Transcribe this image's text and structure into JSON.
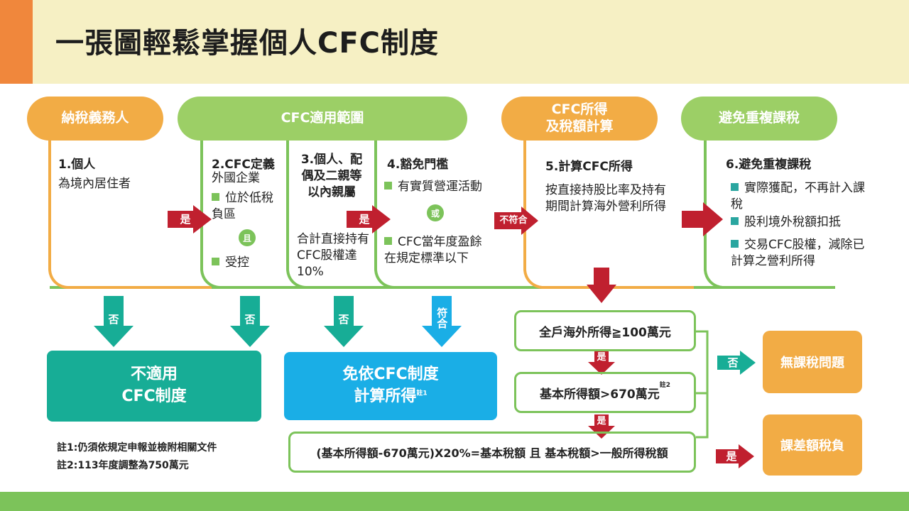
{
  "title": "一張圖輕鬆掌握個人CFC制度",
  "headers": {
    "taxpayer": "納稅義務人",
    "scope": "CFC適用範圍",
    "income_line1": "CFC所得",
    "income_line2": "及稅額計算",
    "double_tax": "避免重複課稅"
  },
  "steps": {
    "s1_title": "1.個人",
    "s1_text": "為境內居住者",
    "s2_title": "2.CFC定義",
    "s2_text": "外國企業",
    "s2_item1": "位於低稅負區",
    "s2_and": "且",
    "s2_item2": "受控",
    "s3_title_line1": "3.個人、配",
    "s3_title_line2": "偶及二親等",
    "s3_title_line3": "以內親屬",
    "s3_text": "合計直接持有CFC股權達10%",
    "s4_title": "4.豁免門檻",
    "s4_item1": "有實質營運活動",
    "s4_or": "或",
    "s4_item2": "CFC當年度盈餘在規定標準以下",
    "s5_title": "5.計算CFC所得",
    "s5_text": "按直接持股比率及持有期間計算海外營利所得",
    "s6_title": "6.避免重複課稅",
    "s6_item1": "實際獲配，不再計入課稅",
    "s6_item2": "股利境外稅額扣抵",
    "s6_item3": "交易CFC股權，減除已計算之營利所得"
  },
  "arrows": {
    "yes": "是",
    "no": "否",
    "not_match": "不符合",
    "match": "符合"
  },
  "outcomes": {
    "not_applicable_line1": "不適用",
    "not_applicable_line2": "CFC制度",
    "exempt_line1": "免依CFC制度",
    "exempt_line2": "計算所得",
    "note_mark1": "註1",
    "note_mark2": "註2",
    "no_tax_issue": "無課稅問題",
    "tax_difference": "課差額稅負"
  },
  "conditions": {
    "c1": "全戶海外所得≧100萬元",
    "c2": "基本所得額>670萬元",
    "c3": "(基本所得額-670萬元)X20%=基本稅額 且 基本稅額>一般所得稅額"
  },
  "notes": {
    "note1": "註1:仍須依規定申報並檢附相關文件",
    "note2": "註2:113年度調整為750萬元"
  },
  "colors": {
    "orange": "#f2ac45",
    "green": "#7cc35a",
    "red": "#c0202f",
    "teal": "#17ad96",
    "blue": "#1aaee6"
  }
}
